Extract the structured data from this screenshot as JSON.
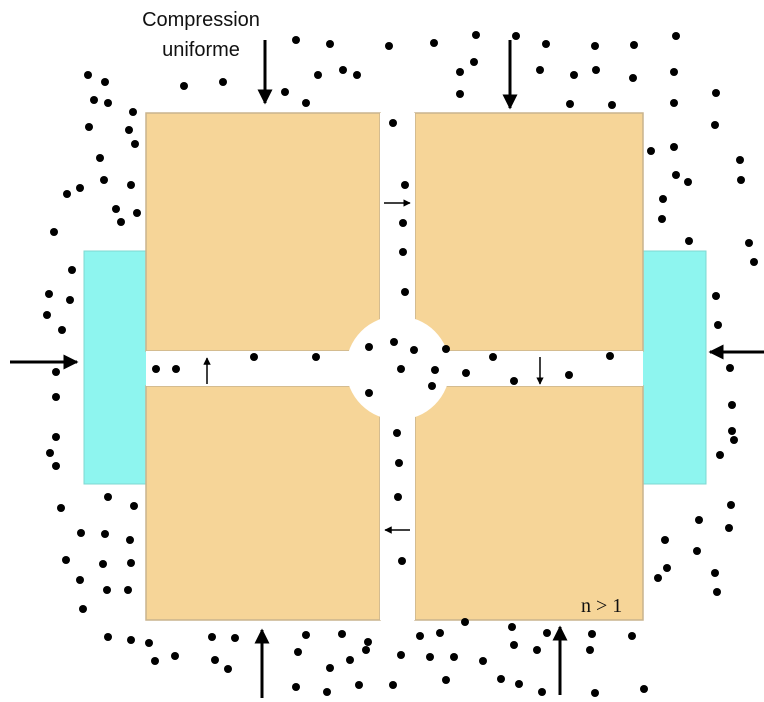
{
  "labels": {
    "compression_line1": "Compression",
    "compression_line2": "uniforme",
    "index": "n > 1"
  },
  "colors": {
    "block_fill": "#F6D598",
    "block_stroke": "#C9B48E",
    "side_plate": "#8EF5EF",
    "side_plate_stroke": "#7fd8d2",
    "particle": "#000000",
    "arrow": "#000000"
  },
  "icons": [
    "compression-arrow-icon",
    "flow-arrow-icon"
  ]
}
